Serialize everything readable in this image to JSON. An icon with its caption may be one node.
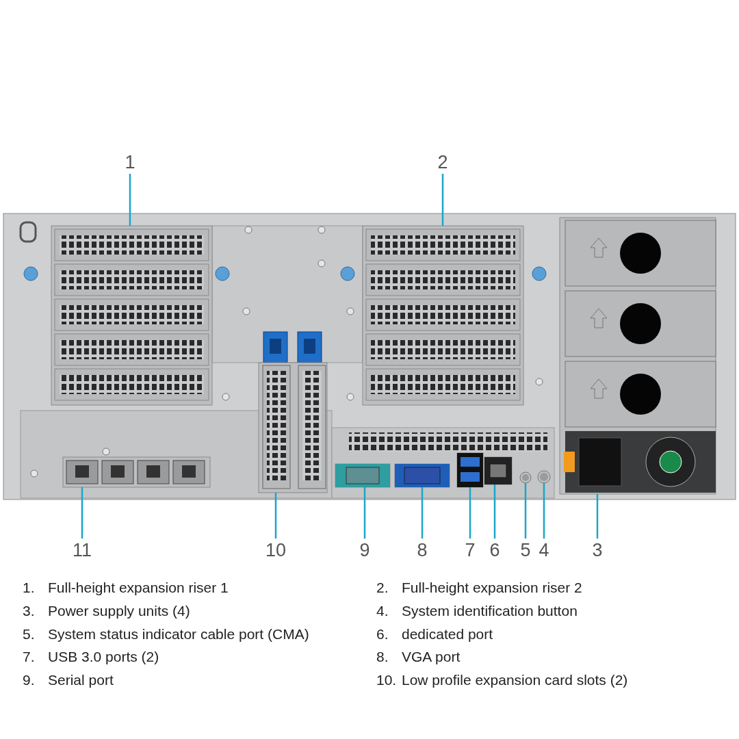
{
  "diagram": {
    "nodes": [
      {
        "text": [
          "1"
        ]
      },
      {
        "text": [
          "2"
        ]
      },
      {
        "text": [
          "11"
        ]
      },
      {
        "text": [
          "10"
        ]
      },
      {
        "text": [
          "9"
        ]
      },
      {
        "text": [
          "8"
        ]
      },
      {
        "text": [
          "7"
        ]
      },
      {
        "text": [
          "6"
        ]
      },
      {
        "text": [
          "5"
        ]
      },
      {
        "text": [
          "4"
        ]
      },
      {
        "text": [
          "3"
        ]
      },
      {
        "text": [],
        "shape": "box"
      },
      {
        "text": [],
        "shape": "box"
      },
      {
        "text": [],
        "shape": "box"
      },
      {
        "text": [],
        "shape": "box"
      },
      {
        "text": [],
        "shape": "box"
      },
      {
        "text": [],
        "shape": "box"
      },
      {
        "text": [],
        "shape": "box"
      },
      {
        "text": [],
        "shape": "box"
      },
      {
        "text": [],
        "shape": "circle"
      },
      {
        "text": [],
        "shape": "circle"
      },
      {
        "text": [],
        "shape": "box"
      }
    ],
    "edges": [
      {
        "from": 0,
        "to": 11,
        "arrow": "none"
      },
      {
        "from": 1,
        "to": 12,
        "arrow": "none"
      },
      {
        "from": 2,
        "to": 13,
        "arrow": "none"
      },
      {
        "from": 3,
        "to": 14,
        "arrow": "none"
      },
      {
        "from": 4,
        "to": 15,
        "arrow": "none"
      },
      {
        "from": 5,
        "to": 16,
        "arrow": "none"
      },
      {
        "from": 6,
        "to": 17,
        "arrow": "none"
      },
      {
        "from": 7,
        "to": 18,
        "arrow": "none"
      },
      {
        "from": 8,
        "to": 19,
        "arrow": "none"
      },
      {
        "from": 9,
        "to": 20,
        "arrow": "none"
      },
      {
        "from": 10,
        "to": 21,
        "arrow": "none"
      }
    ],
    "labels": [
      "1.",
      "Full-height expansion riser 1",
      "2.",
      "Full-height expansion riser 2",
      "3.",
      "Power supply units (4)",
      "4.",
      "System identification button",
      "5.",
      "System status indicator cable port (CMA)",
      "6.",
      "dedicated port",
      "7.",
      "USB 3.0 ports (2)",
      "8.",
      "VGA port",
      "9.",
      "Serial port",
      "10.",
      "Low profile expansion card slots (2)"
    ]
  }
}
